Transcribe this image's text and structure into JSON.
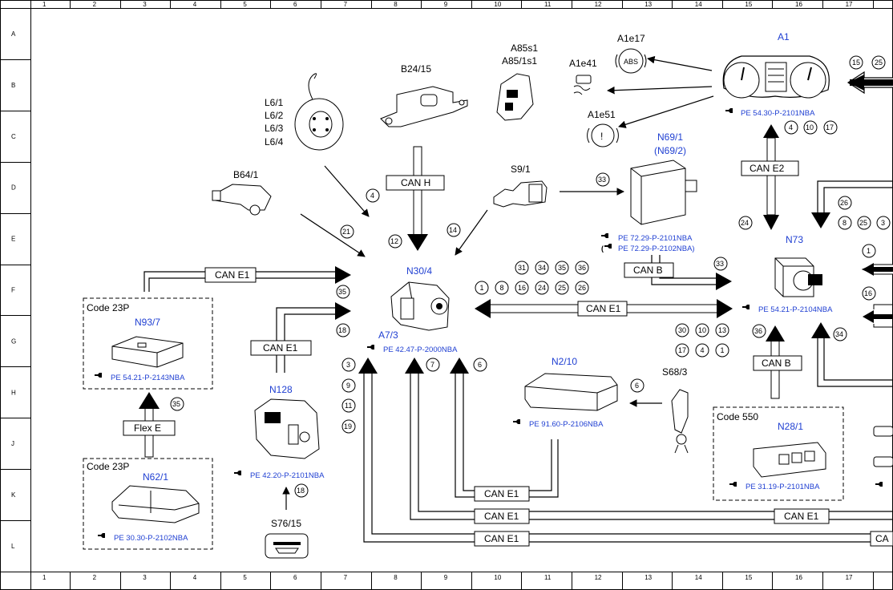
{
  "ruler": {
    "columns": [
      "1",
      "2",
      "3",
      "4",
      "5",
      "6",
      "7",
      "8",
      "9",
      "10",
      "11",
      "12",
      "13",
      "14",
      "15",
      "16",
      "17"
    ],
    "rows": [
      "A",
      "B",
      "C",
      "D",
      "E",
      "F",
      "G",
      "H",
      "J",
      "K",
      "L"
    ]
  },
  "components": {
    "a1": {
      "label": "A1",
      "ref": "PE 54.30-P-2101NBA"
    },
    "a1e17": {
      "label": "A1e17",
      "symbol": "ABS"
    },
    "a1e41": {
      "label": "A1e41"
    },
    "a1e51": {
      "label": "A1e51",
      "symbol": "!"
    },
    "a85s1": {
      "label1": "A85s1",
      "label2": "A85/1s1"
    },
    "b24_15": {
      "label": "B24/15"
    },
    "l6": {
      "l1": "L6/1",
      "l2": "L6/2",
      "l3": "L6/3",
      "l4": "L6/4"
    },
    "b64_1": {
      "label": "B64/1"
    },
    "s9_1": {
      "label": "S9/1"
    },
    "n69_1": {
      "label1": "N69/1",
      "label2": "(N69/2)",
      "ref1": "PE 72.29-P-2101NBA",
      "ref2": "PE 72.29-P-2102NBA)",
      "ref2_open": "("
    },
    "n73": {
      "label": "N73",
      "ref": "PE 54.21-P-2104NBA"
    },
    "n30_4": {
      "label": "N30/4",
      "label2": "A7/3",
      "ref": "PE 42.47-P-2000NBA"
    },
    "n93_7": {
      "code": "Code 23P",
      "label": "N93/7",
      "ref": "PE 54.21-P-2143NBA"
    },
    "n62_1": {
      "code": "Code 23P",
      "label": "N62/1",
      "ref": "PE 30.30-P-2102NBA"
    },
    "n128": {
      "label": "N128",
      "ref": "PE 42.20-P-2101NBA"
    },
    "s76_15": {
      "label": "S76/15"
    },
    "n2_10": {
      "label": "N2/10",
      "ref": "PE 91.60-P-2106NBA"
    },
    "s68_3": {
      "label": "S68/3"
    },
    "n28_1": {
      "code": "Code 550",
      "label": "N28/1",
      "ref": "PE 31.19-P-2101NBA"
    }
  },
  "buses": {
    "can_h": "CAN H",
    "can_e2": "CAN E2",
    "can_e1_top": "CAN E1",
    "can_e1_left": "CAN E1",
    "can_e1_mid": "CAN E1",
    "can_b_top": "CAN B",
    "can_b_bottom": "CAN B",
    "flex_e": "Flex E",
    "can_e1_b1": "CAN E1",
    "can_e1_b2": "CAN E1",
    "can_e1_b3": "CAN E1",
    "can_e1_b2r": "CAN E1",
    "can_e1_b3r": "CA"
  },
  "markers": {
    "m15": "15",
    "m25a": "25",
    "m4a": "4",
    "m10a": "10",
    "m17a": "17",
    "m33a": "33",
    "m24a": "24",
    "m26a": "26",
    "m8a": "8",
    "m25b": "25",
    "m3a": "3",
    "m4b": "4",
    "m21": "21",
    "m12": "12",
    "m14": "14",
    "m31": "31",
    "m34a": "34",
    "m35a": "35",
    "m36a": "36",
    "m1a": "1",
    "m8b": "8",
    "m16a": "16",
    "m24b": "24",
    "m25c": "25",
    "m26b": "26",
    "m33b": "33",
    "m1b": "1",
    "m16b": "16",
    "m35b": "35",
    "m18a": "18",
    "m30": "30",
    "m10b": "10",
    "m13": "13",
    "m17b": "17",
    "m4c": "4",
    "m1c": "1",
    "m36b": "36",
    "m34b": "34",
    "m3b": "3",
    "m9": "9",
    "m11": "11",
    "m19": "19",
    "m7": "7",
    "m6a": "6",
    "m6b": "6",
    "m35c": "35",
    "m18b": "18"
  },
  "colors": {
    "line": "#000000",
    "ref_text": "#1f3fd2",
    "background": "#ffffff"
  }
}
